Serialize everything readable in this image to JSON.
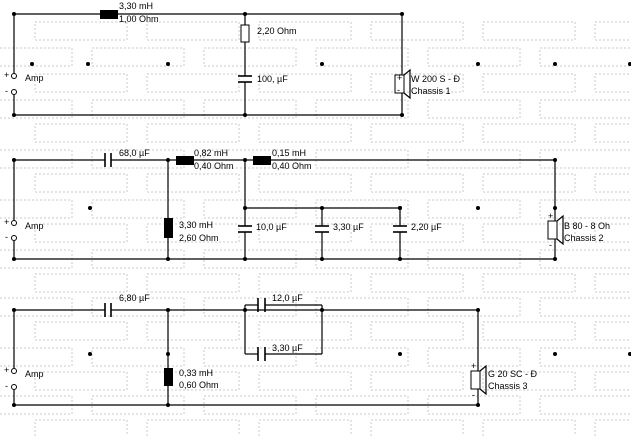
{
  "amp_label": "Amp",
  "terminals": {
    "plus": "+",
    "minus": "-"
  },
  "circuit1": {
    "inductor_value": "3,30 mH",
    "inductor_resistance": "1,00 Ohm",
    "resistor_value": "2,20 Ohm",
    "capacitor_value": "100, µF",
    "speaker_name": "W 200 S - Đ",
    "chassis": "Chassis 1"
  },
  "circuit2": {
    "cap_series": "68,0 µF",
    "l1_value": "0,82 mH",
    "l1_resistance": "0,40 Ohm",
    "l2_value": "0,15 mH",
    "l2_resistance": "0,40 Ohm",
    "shunt_l_value": "3,30 mH",
    "shunt_l_resistance": "2,60 Ohm",
    "shunt_c1": "10,0 µF",
    "shunt_c2": "3,30 µF",
    "shunt_c3": "2,20 µF",
    "speaker_name": "B 80 - 8 Oh",
    "chassis": "Chassis 2"
  },
  "circuit3": {
    "cap_series": "6,80 µF",
    "par_c1": "12,0 µF",
    "par_c2": "3,30 µF",
    "shunt_l_value": "0,33 mH",
    "shunt_l_resistance": "0,60 Ohm",
    "speaker_name": "G 20 SC - Đ",
    "chassis": "Chassis 3"
  }
}
